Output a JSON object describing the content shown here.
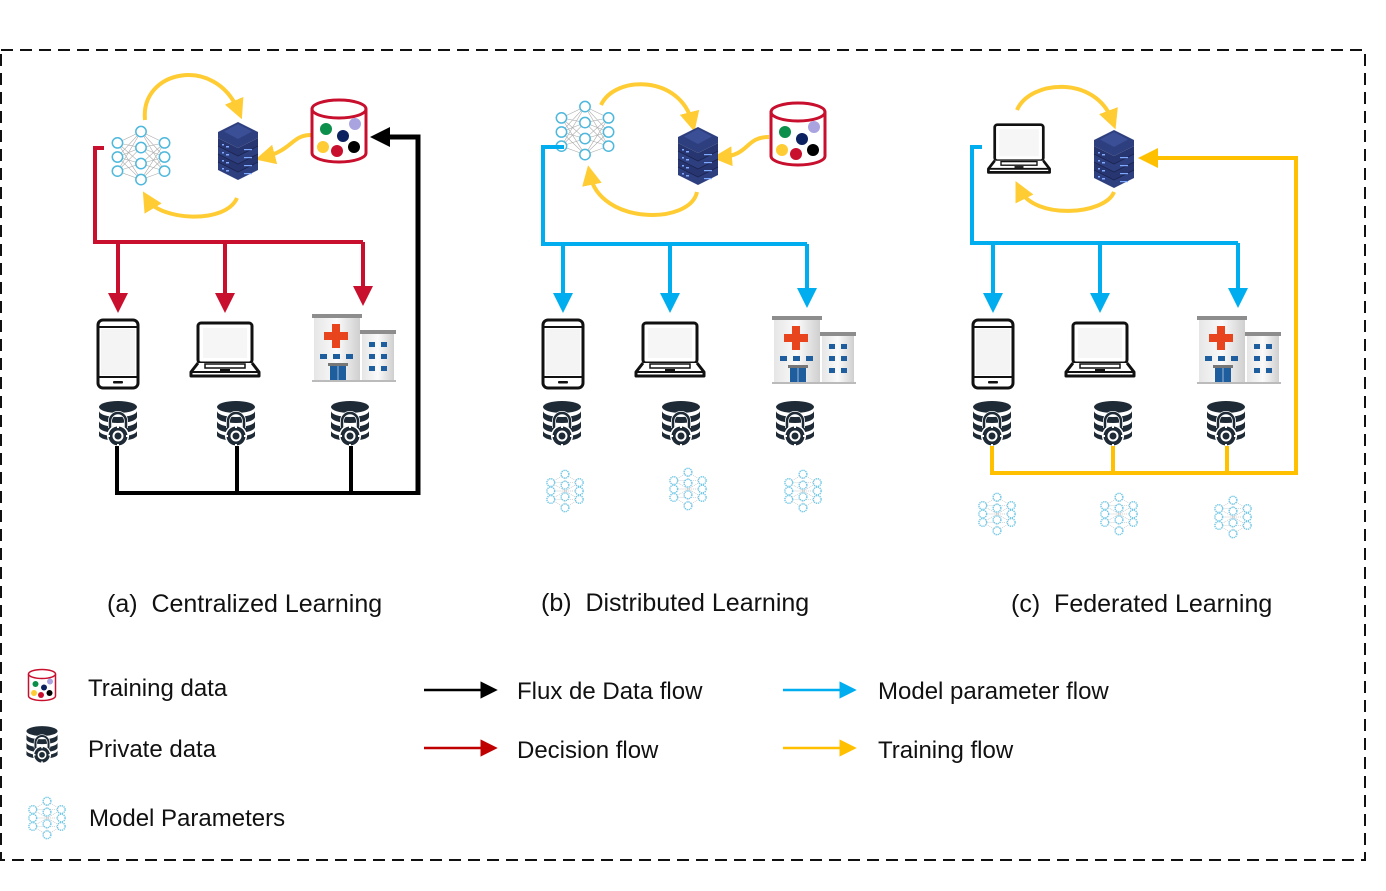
{
  "colors": {
    "decision": "#C8102E",
    "model_param": "#00AEEF",
    "training": "#FFC000",
    "training_arrow": "#FFCC33",
    "data_flow": "#000000",
    "server": "#2E3F7F",
    "nn_node": "#4FB8DC",
    "cylinder_outline": "#C8102E",
    "private_db": "#1E2A35",
    "hospital_cross": "#E8441E"
  },
  "panels": [
    {
      "id": "a",
      "caption": "(a)  Centralized Learning",
      "top_model": "neural-network",
      "has_training_data": true,
      "distribution_flow": "decision",
      "return_flow": "data_flow",
      "devices": [
        "smartphone",
        "laptop",
        "hospital"
      ],
      "device_storage": [
        "private-data",
        "private-data",
        "private-data"
      ],
      "local_models": false
    },
    {
      "id": "b",
      "caption": "(b)  Distributed Learning",
      "top_model": "neural-network",
      "has_training_data": true,
      "distribution_flow": "model_param",
      "return_flow": null,
      "devices": [
        "smartphone",
        "laptop",
        "hospital"
      ],
      "device_storage": [
        "private-data",
        "private-data",
        "private-data"
      ],
      "local_models": true
    },
    {
      "id": "c",
      "caption": "(c)  Federated Learning",
      "top_model": "laptop",
      "has_training_data": false,
      "distribution_flow": "model_param",
      "return_flow": "training",
      "devices": [
        "smartphone",
        "laptop",
        "hospital"
      ],
      "device_storage": [
        "private-data",
        "private-data",
        "private-data"
      ],
      "local_models": true
    }
  ],
  "legend": {
    "icons": [
      {
        "icon": "training-data-icon",
        "label": "Training data"
      },
      {
        "icon": "private-data-icon",
        "label": "Private data"
      },
      {
        "icon": "model-parameters-icon",
        "label": "Model Parameters"
      }
    ],
    "flows": [
      {
        "color_key": "data_flow",
        "label": "Flux de Data flow"
      },
      {
        "color_key": "decision",
        "label": "Decision flow"
      },
      {
        "color_key": "model_param",
        "label": "Model parameter flow"
      },
      {
        "color_key": "training",
        "label": "Training flow"
      }
    ]
  }
}
